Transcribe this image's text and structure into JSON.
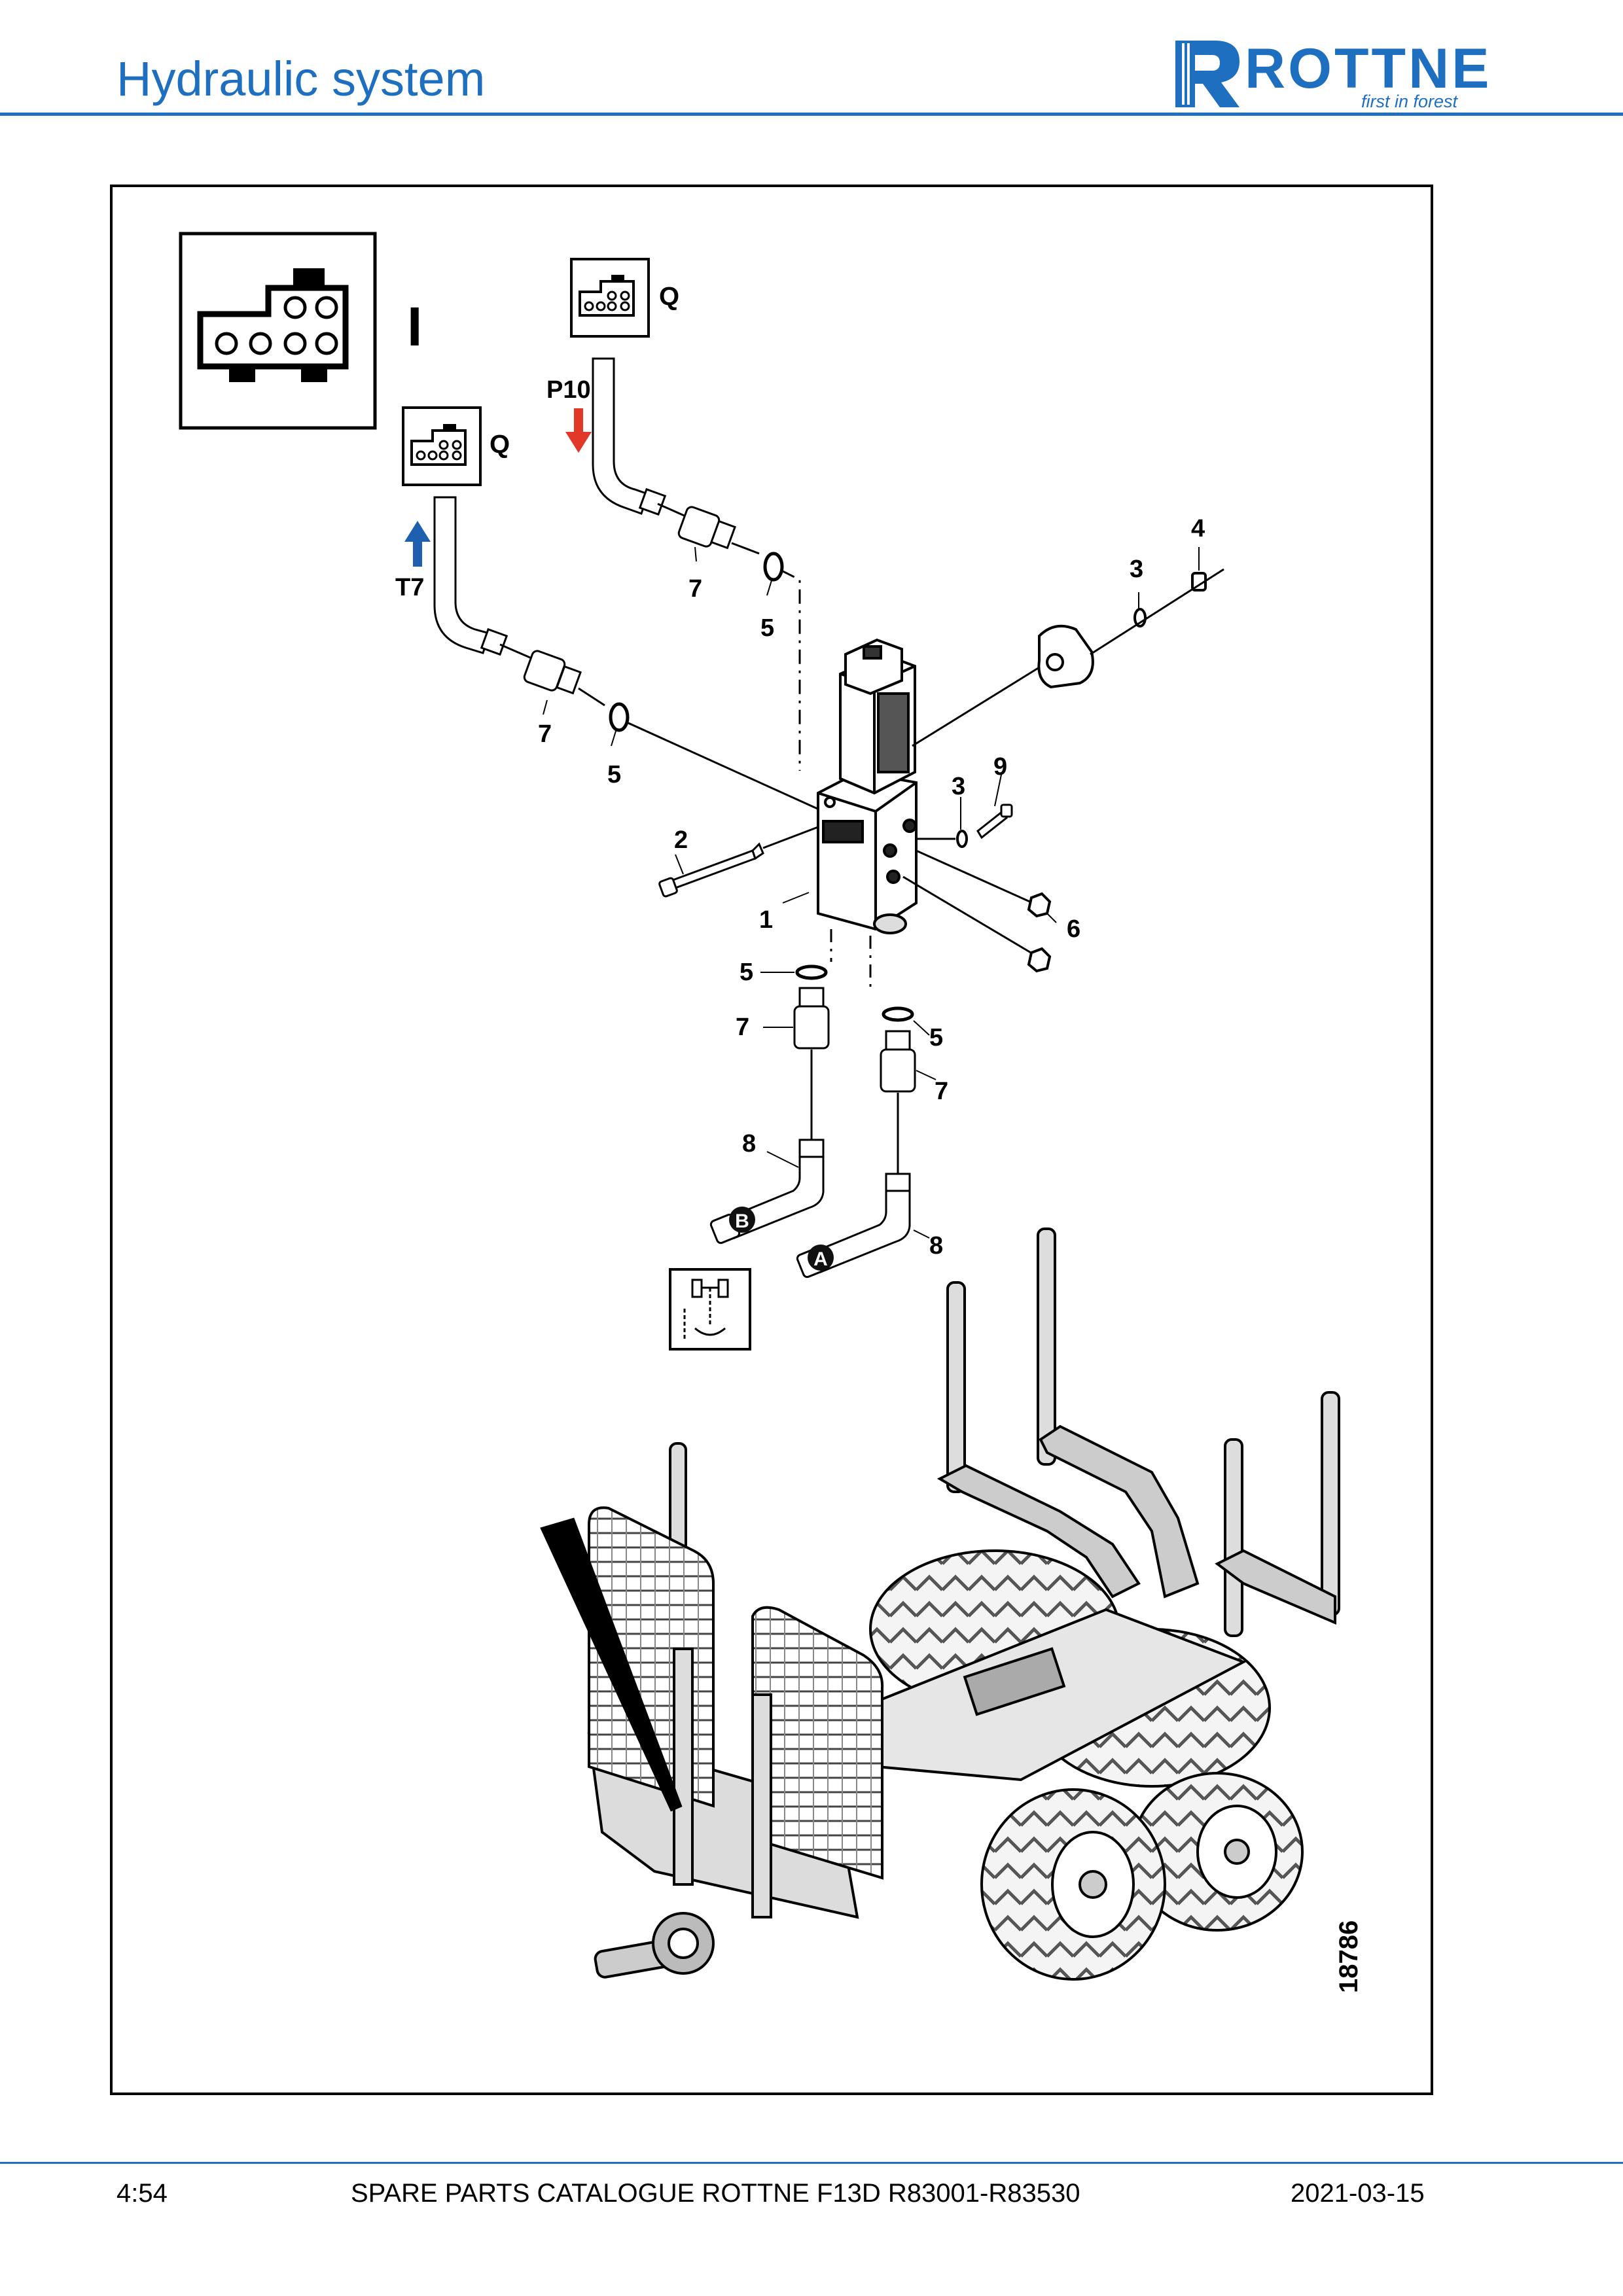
{
  "header": {
    "title": "Hydraulic system",
    "brand": "ROTTNE",
    "tagline": "first in forest",
    "brand_color": "#1f6fc1"
  },
  "diagram": {
    "connector_label_main": "I",
    "connector_label_q1": "Q",
    "connector_label_q2": "Q",
    "port_p": "P10",
    "port_t": "T7",
    "port_a": "A",
    "port_b": "B",
    "figure_number": "18786",
    "arrow_p_color": "#e2382a",
    "arrow_t_color": "#1f5fb0",
    "callouts": {
      "c1": "1",
      "c2": "2",
      "c3a": "3",
      "c3b": "3",
      "c4": "4",
      "c5a": "5",
      "c5b": "5",
      "c5c": "5",
      "c5d": "5",
      "c6": "6",
      "c7a": "7",
      "c7b": "7",
      "c7c": "7",
      "c7d": "7",
      "c8a": "8",
      "c8b": "8",
      "c9": "9"
    }
  },
  "footer": {
    "page": "4:54",
    "catalogue": "SPARE PARTS CATALOGUE ROTTNE F13D R83001-R83530",
    "date": "2021-03-15"
  }
}
